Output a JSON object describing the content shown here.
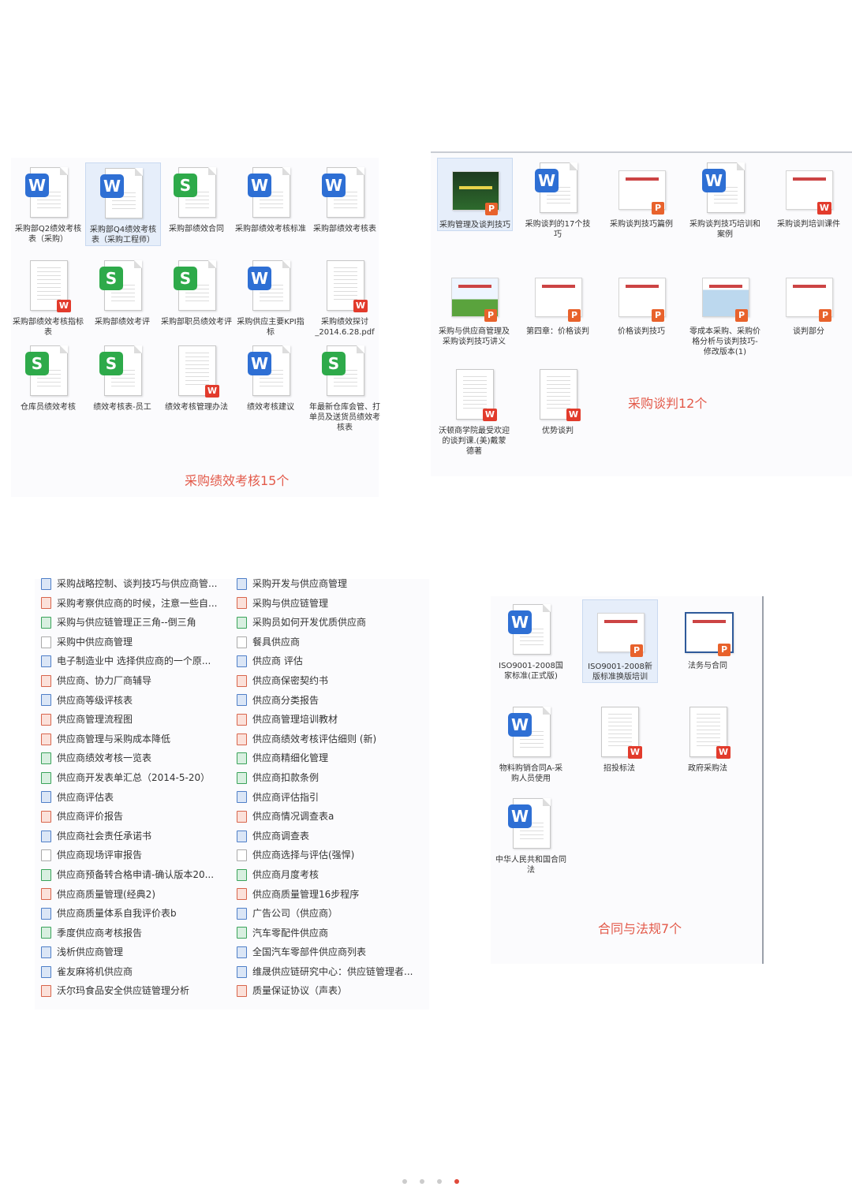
{
  "panel_perf": {
    "title": "采购绩效考核15个",
    "items": [
      {
        "label": "采购部Q2绩效考核表（采购）",
        "kind": "w"
      },
      {
        "label": "采购部Q4绩效考核表（采购工程师）",
        "kind": "w",
        "selected": true
      },
      {
        "label": "采购部绩效合同",
        "kind": "s"
      },
      {
        "label": "采购部绩效考核标准",
        "kind": "w"
      },
      {
        "label": "采购部绩效考核表",
        "kind": "w"
      },
      {
        "label": "采购部绩效考核指标表",
        "kind": "pdf"
      },
      {
        "label": "采购部绩效考评",
        "kind": "s"
      },
      {
        "label": "采购部职员绩效考评",
        "kind": "s"
      },
      {
        "label": "采购供应主要KPI指标",
        "kind": "w"
      },
      {
        "label": "采购绩效探讨_2014.6.28.pdf",
        "kind": "pdf"
      },
      {
        "label": "仓库员绩效考核",
        "kind": "s"
      },
      {
        "label": "绩效考核表-员工",
        "kind": "s"
      },
      {
        "label": "绩效考核管理办法",
        "kind": "pdf"
      },
      {
        "label": "绩效考核建议",
        "kind": "w"
      },
      {
        "label": "年最新仓库会管、打单员及送货员绩效考核表",
        "kind": "s"
      }
    ]
  },
  "panel_negot": {
    "title": "采购谈判12个",
    "items": [
      {
        "label": "采购管理及谈判技巧",
        "kind": "ppt-dark",
        "selected": true
      },
      {
        "label": "采购谈判的17个技巧",
        "kind": "w"
      },
      {
        "label": "采购谈判技巧篇例",
        "kind": "ppt"
      },
      {
        "label": "采购谈判技巧培训和案例",
        "kind": "w"
      },
      {
        "label": "采购谈判培训课件",
        "kind": "ppt-pdf"
      },
      {
        "label": "采购与供应商管理及采购谈判技巧讲义",
        "kind": "ppt-land"
      },
      {
        "label": "第四章：价格谈判",
        "kind": "ppt"
      },
      {
        "label": "价格谈判技巧",
        "kind": "ppt"
      },
      {
        "label": "零成本采购、采购价格分析与谈判技巧-修改版本(1)",
        "kind": "ppt-map"
      },
      {
        "label": "谈判部分",
        "kind": "ppt"
      },
      {
        "label": "沃顿商学院最受欢迎的谈判课.(美)戴蒙德著",
        "kind": "pdf"
      },
      {
        "label": "优势谈判",
        "kind": "pdf"
      }
    ]
  },
  "panel_supplier": {
    "left": [
      "采购战略控制、谈判技巧与供应商管...",
      "采购考察供应商的时候，注意一些自...",
      "采购与供应链管理正三角--倒三角",
      "采购中供应商管理",
      "电子制造业中 选择供应商的一个原...",
      "供应商、协力厂商辅导",
      "供应商等级评核表",
      "供应商管理流程图",
      "供应商管理与采购成本降低",
      "供应商绩效考核一览表",
      "供应商开发表单汇总（2014-5-20）",
      "供应商评估表",
      "供应商评价报告",
      "供应商社会责任承诺书",
      "供应商现场评审报告",
      "供应商预备转合格申请-确认版本20...",
      "供应商质量管理(经典2)",
      "供应商质量体系自我评价表b",
      "季度供应商考核报告",
      "浅析供应商管理",
      "雀友麻将机供应商",
      "沃尔玛食品安全供应链管理分析"
    ],
    "right": [
      "采购开发与供应商管理",
      "采购与供应链管理",
      "采购员如何开发优质供应商",
      "餐具供应商",
      "供应商 评估",
      "供应商保密契约书",
      "供应商分类报告",
      "供应商管理培训教材",
      "供应商绩效考核评估细则 (新)",
      "供应商精细化管理",
      "供应商扣款条例",
      "供应商评估指引",
      "供应商情况调查表a",
      "供应商调查表",
      "供应商选择与评估(强悍)",
      "供应商月度考核",
      "供应商质量管理16步程序",
      "广告公司（供应商）",
      "汽车零配件供应商",
      "全国汽车零部件供应商列表",
      "维晟供应链研究中心：供应链管理者...",
      "质量保证协议（声表）"
    ]
  },
  "panel_contract": {
    "title": "合同与法规7个",
    "items": [
      {
        "label": "ISO9001-2008国家标准(正式版)",
        "kind": "w"
      },
      {
        "label": "ISO9001-2008新版标准换版培训",
        "kind": "ppt",
        "selected": true
      },
      {
        "label": "法务与合同",
        "kind": "ppt-blue"
      },
      {
        "label": "物料购销合同A-采购人员使用",
        "kind": "w"
      },
      {
        "label": "招投标法",
        "kind": "pdf"
      },
      {
        "label": "政府采购法",
        "kind": "pdf"
      },
      {
        "label": "中华人民共和国合同法",
        "kind": "w"
      }
    ]
  }
}
